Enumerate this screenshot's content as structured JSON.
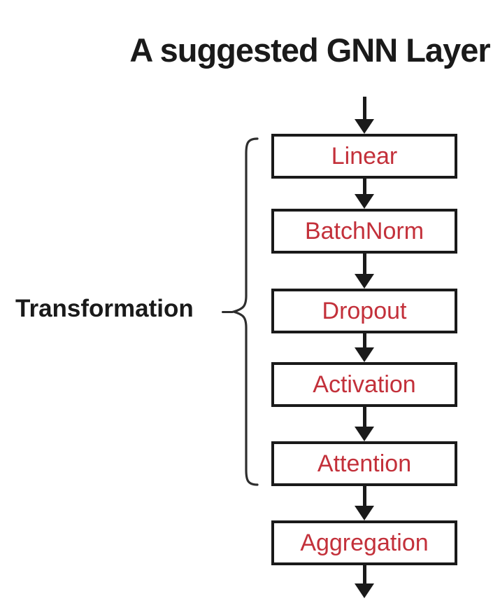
{
  "title": "A suggested GNN Layer",
  "group_label": "Transformation",
  "flow": {
    "boxes": [
      {
        "label": "Linear"
      },
      {
        "label": "BatchNorm"
      },
      {
        "label": "Dropout"
      },
      {
        "label": "Activation"
      },
      {
        "label": "Attention"
      },
      {
        "label": "Aggregation"
      }
    ]
  },
  "colors": {
    "box_text": "#c3303a",
    "line": "#1a1a1a",
    "background": "#ffffff"
  }
}
